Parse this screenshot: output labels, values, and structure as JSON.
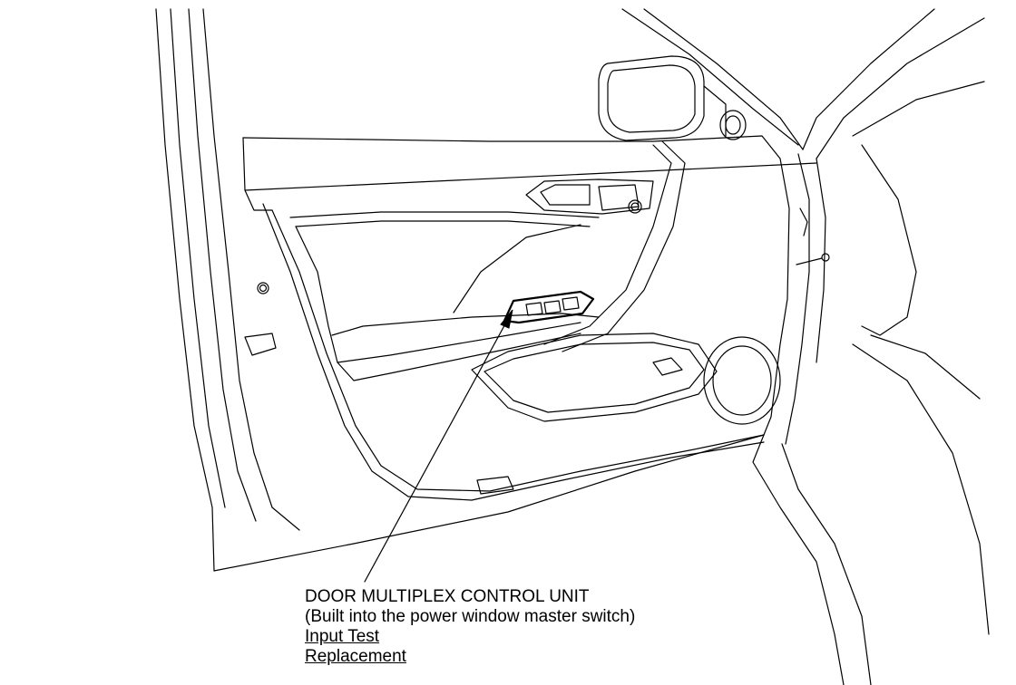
{
  "callout": {
    "title": "DOOR MULTIPLEX CONTROL UNIT",
    "subtitle": "(Built into the power window master switch)",
    "links": [
      {
        "label": "Input Test"
      },
      {
        "label": "Replacement"
      }
    ]
  }
}
